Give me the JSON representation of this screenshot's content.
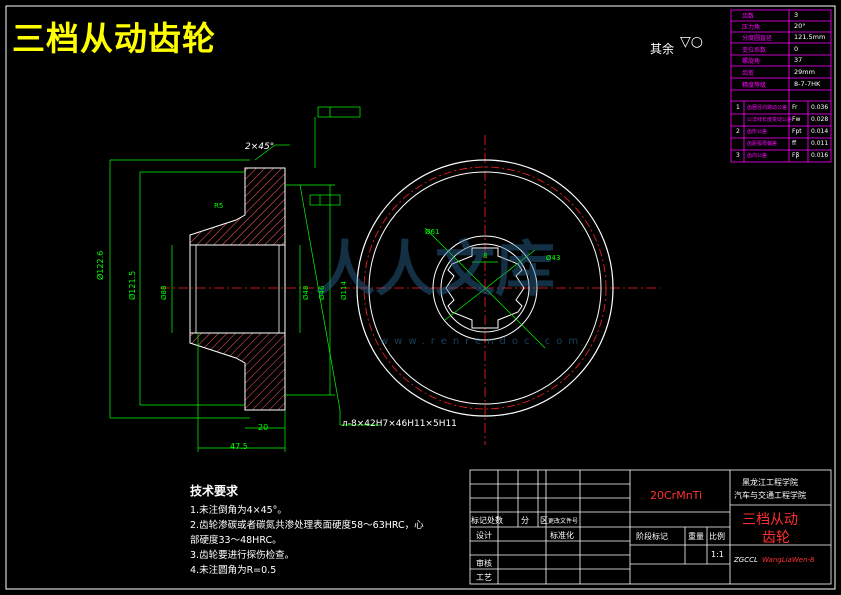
{
  "title": "三档从动齿轮",
  "roughness": "其余",
  "params": [
    {
      "name": "齿数",
      "sym": "",
      "val": "3"
    },
    {
      "name": "压力角",
      "sym": "",
      "val": "20°"
    },
    {
      "name": "分度圆直径",
      "sym": "",
      "val": "121.5mm"
    },
    {
      "name": "变位系数",
      "sym": "",
      "val": "0"
    },
    {
      "name": "螺旋角",
      "sym": "",
      "val": "37"
    },
    {
      "name": "齿宽",
      "sym": "",
      "val": "29mm"
    },
    {
      "name": "精度等级",
      "sym": "",
      "val": "8-7-7HK"
    }
  ],
  "tolerance_rows": [
    {
      "group": "1",
      "name": "齿圈径向跳动公差",
      "sym": "Fr",
      "val": "0.036"
    },
    {
      "group": "",
      "name": "公法线长度变动公差",
      "sym": "Fw",
      "val": "0.028"
    },
    {
      "group": "2",
      "name": "齿形公差",
      "sym": "Fpt",
      "val": "0.014"
    },
    {
      "group": "",
      "name": "齿距极限偏差",
      "sym": "ff",
      "val": "0.011"
    },
    {
      "group": "3",
      "name": "齿向公差",
      "sym": "Fβ",
      "val": "0.016"
    }
  ],
  "dims": {
    "chamfer": "2×45°",
    "od": "Ø122.6",
    "pd": "Ø121.5",
    "hub1": "Ø88",
    "hub2": "Ø48",
    "bore": "Ø46",
    "od2": "Ø114",
    "r": "R5",
    "len": "47.5",
    "w": "20",
    "spline_callout": "л-8×42H7×46H11×5H11",
    "r1": "Ø61",
    "r2": "Ø43",
    "r3": "8"
  },
  "tech_req": {
    "title": "技术要求",
    "items": [
      "1.未注倒角为4×45°。",
      "2.齿轮渗碳或者碳氮共渗处理表面硬度58～63HRC，心",
      "部硬度33～48HRC。",
      "3.齿轮要进行探伤检查。",
      "4.未注圆角为R=0.5"
    ]
  },
  "titleblock": {
    "material": "20CrMnTi",
    "school1": "黑龙江工程学院",
    "school2": "汽车与交通工程学院",
    "part": "三档从动",
    "part2": "齿轮",
    "mark": "标记处数",
    "split": "分",
    "zone": "区",
    "change_doc": "更改文件号",
    "design": "设计",
    "standard": "标准化",
    "stage": "阶段标记",
    "weight": "重量",
    "scale": "比例",
    "scale_val": "1:1",
    "review": "审核",
    "process": "工艺",
    "code": "ZGCCL",
    "code2": "WangLiaWen-8"
  },
  "watermark": "www.renrendoc.com",
  "colors": {
    "yellow": "#ffff00",
    "green": "#00ff00",
    "magenta": "#ff00ff",
    "red": "#ff2020",
    "cyan": "#00ffff"
  }
}
